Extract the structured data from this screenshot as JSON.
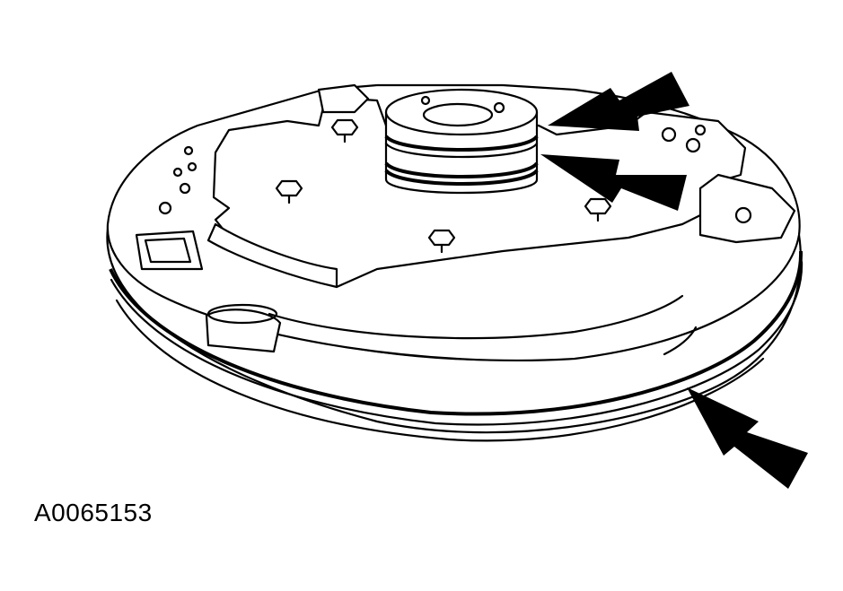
{
  "figure": {
    "reference_code": "A0065153"
  },
  "colors": {
    "line": "#000000",
    "background": "#ffffff"
  },
  "callouts": [
    {
      "name": "upper-seal-ring-arrow",
      "target": "piston-upper-seal-ring"
    },
    {
      "name": "lower-seal-ring-arrow",
      "target": "piston-lower-seal-ring"
    },
    {
      "name": "outer-seal-ring-arrow",
      "target": "outer-housing-seal-ring"
    }
  ]
}
